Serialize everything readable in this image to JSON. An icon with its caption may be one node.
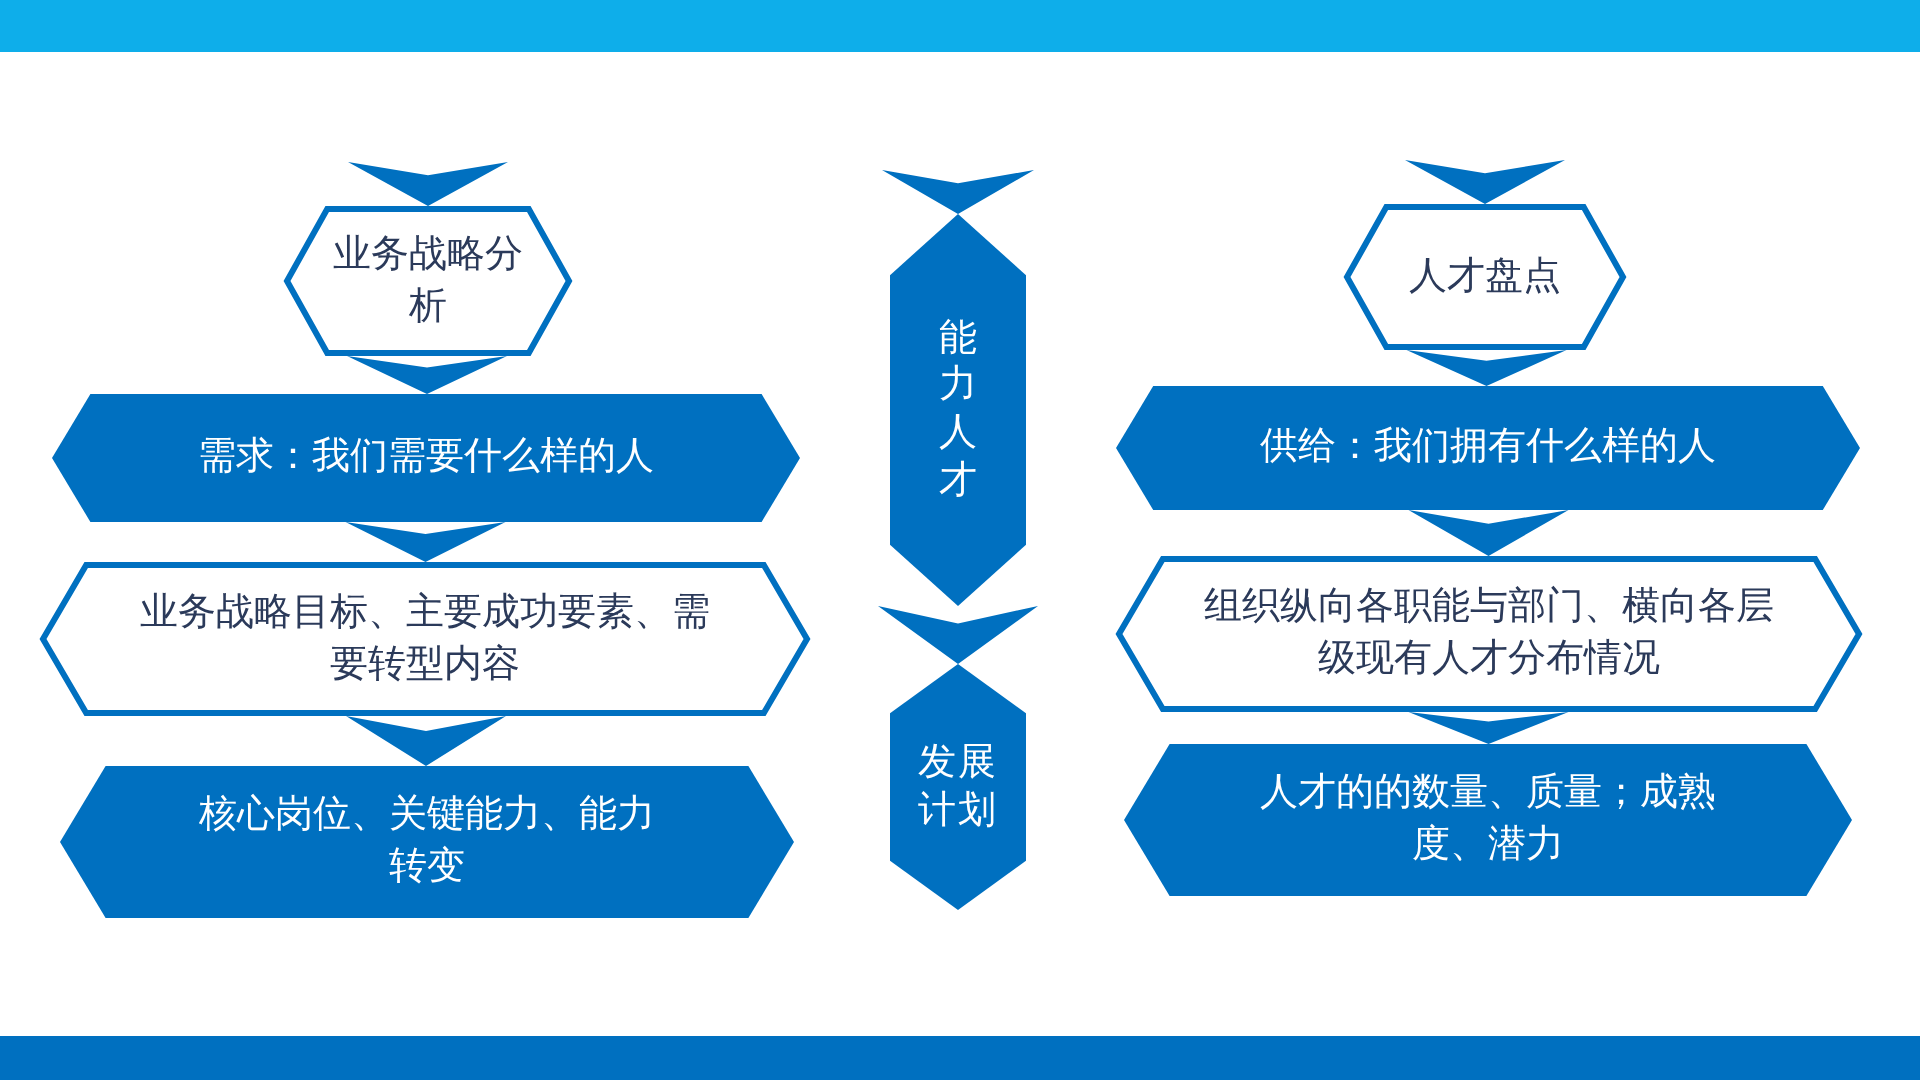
{
  "diagram": {
    "nodes": [
      {
        "text": [
          "业务战略分析"
        ]
      },
      {
        "text": [
          "需求：我们需要什么样的人"
        ]
      },
      {
        "text": [
          "业务战略目标、主要成功要素、需要转型内容"
        ]
      },
      {
        "text": [
          "核心岗位、关键能力、能力转变"
        ]
      },
      {
        "text": [
          "能力人才"
        ]
      },
      {
        "text": [
          "发展计划"
        ]
      },
      {
        "text": [
          "人才盘点"
        ]
      },
      {
        "text": [
          "供给：我们拥有什么样的人"
        ]
      },
      {
        "text": [
          "组织纵向各职能与部门、横向各层级现有人才分布情况"
        ]
      },
      {
        "text": [
          "人才的的数量、质量；成熟度、潜力"
        ]
      }
    ],
    "edges": [
      {
        "from": null,
        "to": 0,
        "arrow": "to"
      },
      {
        "from": 0,
        "to": 1,
        "arrow": "to"
      },
      {
        "from": 1,
        "to": 2,
        "arrow": "to"
      },
      {
        "from": 2,
        "to": 3,
        "arrow": "to"
      },
      {
        "from": null,
        "to": 4,
        "arrow": "to"
      },
      {
        "from": 4,
        "to": 5,
        "arrow": "to"
      },
      {
        "from": null,
        "to": 6,
        "arrow": "to"
      },
      {
        "from": 6,
        "to": 7,
        "arrow": "to"
      },
      {
        "from": 7,
        "to": 8,
        "arrow": "to"
      },
      {
        "from": 8,
        "to": 9,
        "arrow": "to"
      }
    ]
  }
}
